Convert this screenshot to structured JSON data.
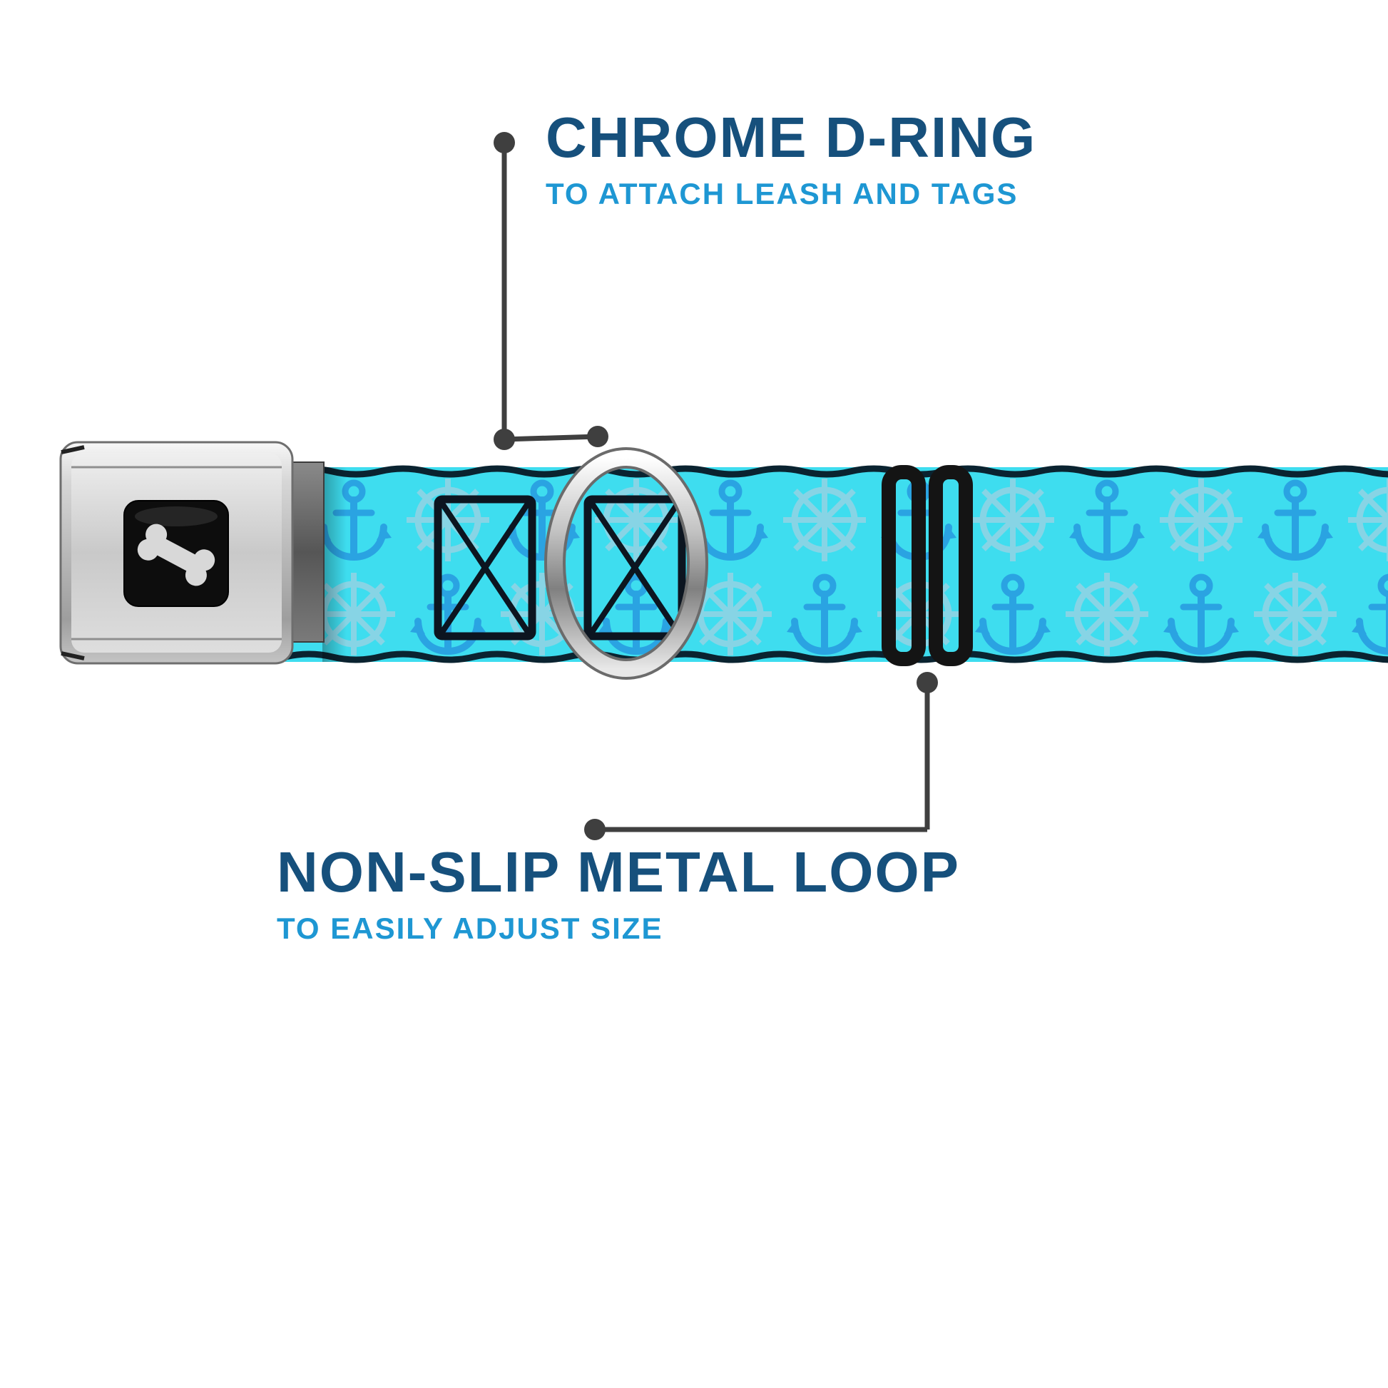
{
  "callouts": {
    "dring": {
      "title": "CHROME D-RING",
      "subtitle": "TO ATTACH LEASH AND TAGS"
    },
    "metal_loop": {
      "title": "NON-SLIP METAL LOOP",
      "subtitle": "TO EASILY ADJUST SIZE"
    }
  },
  "colors": {
    "background": "#ffffff",
    "title_text": "#16507c",
    "subtitle_text": "#1e97d3",
    "callout_line": "#3f3f3f",
    "strap": "#3eddef",
    "anchor": "#2aa3e2",
    "ship_wheel": "#9ad2e2",
    "strap_edge": "#0a2330",
    "slider_black": "#141414",
    "buckle_silver": "#b9b9b9",
    "buckle_center": "#0d0d0d",
    "bone_logo": "#d8d8d8",
    "d_ring_chrome": "#bdbdbd"
  },
  "icons": {
    "buckle_logo": "bone-icon",
    "strap_pattern_icons": [
      "anchor-icon",
      "ship-wheel-icon"
    ]
  }
}
